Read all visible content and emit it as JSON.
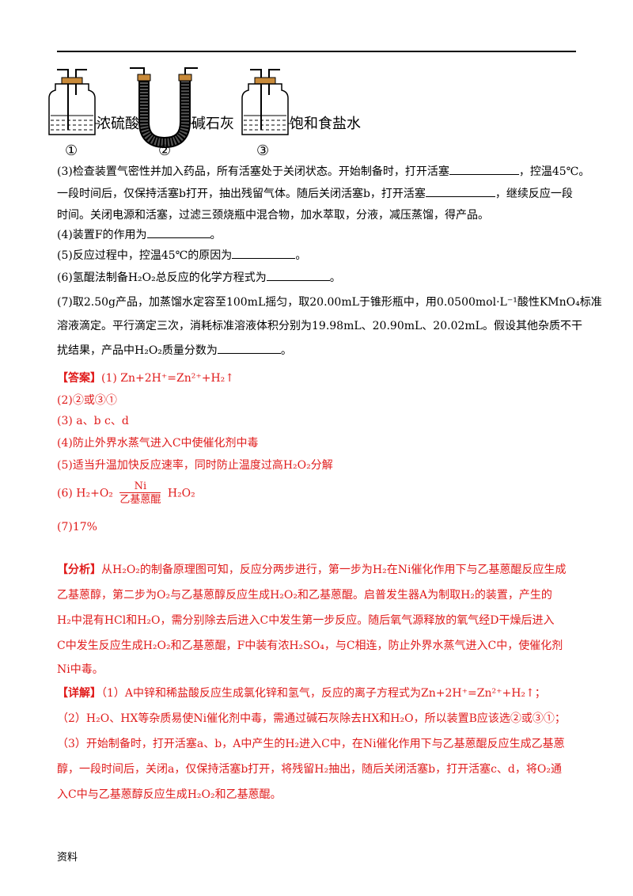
{
  "apparatus": {
    "labels": [
      "浓硫酸",
      "碱石灰",
      "饱和食盐水"
    ],
    "numbers": [
      "①",
      "②",
      "③"
    ]
  },
  "q3": {
    "l1a": "(3)检查装置气密性并加入药品，所有活塞处于关闭状态。开始制备时，打开活塞",
    "l1b": "，控温45℃。",
    "l2a": "一段时间后，仅保持活塞b打开，抽出残留气体。随后关闭活塞b，打开活塞",
    "l2b": "，继续反应一段",
    "l3": "时间。关闭电源和活塞，过滤三颈烧瓶中混合物，加水萃取，分液，减压蒸馏，得产品。"
  },
  "q4": {
    "a": "(4)装置F的作用为",
    "b": "。"
  },
  "q5": {
    "a": "(5)反应过程中，控温45℃的原因为",
    "b": "。"
  },
  "q6": {
    "a": "(6)氢醌法制备H₂O₂总反应的化学方程式为",
    "b": "。"
  },
  "q7": {
    "l1": "(7)取2.50g产品，加蒸馏水定容至100mL摇匀，取20.00mL于锥形瓶中，用0.0500mol·L⁻¹酸性KMnO₄标准",
    "l2": "溶液滴定。平行滴定三次，消耗标准溶液体积分别为19.98mL、20.90mL、20.02mL。假设其他杂质不干",
    "l3a": "扰结果，产品中H₂O₂质量分数为",
    "l3b": "。"
  },
  "answer": {
    "tag": "【答案】",
    "a1": "(1) Zn+2H⁺=Zn²⁺+H₂↑",
    "a2": "(2)②或③①",
    "a3": "(3)      a、b          c、d",
    "a4": "(4)防止外界水蒸气进入C中使催化剂中毒",
    "a5": "(5)适当升温加快反应速率，同时防止温度过高H₂O₂分解",
    "a6_left": "(6) H₂+O₂",
    "a6_top": "Ni",
    "a6_bottom": "乙基蒽醌",
    "a6_right": "H₂O₂",
    "a7": "(7)17%"
  },
  "analysis": {
    "tag": "【分析】",
    "l1": "从H₂O₂的制备原理图可知，反应分两步进行，第一步为H₂在Ni催化作用下与乙基蒽醌反应生成",
    "l2": "乙基蒽醇，第二步为O₂与乙基蒽醇反应生成H₂O₂和乙基蒽醌。启普发生器A为制取H₂的装置，产生的",
    "l3": "H₂中混有HCl和H₂O，需分别除去后进入C中发生第一步反应。随后氧气源释放的氧气经D干燥后进入",
    "l4": "C中发生反应生成H₂O₂和乙基蒽醌，F中装有浓H₂SO₄，与C相连，防止外界水蒸气进入C中，使催化剂",
    "l5": "Ni中毒。"
  },
  "detail": {
    "tag": "【详解】",
    "l1": "（1）A中锌和稀盐酸反应生成氯化锌和氢气，反应的离子方程式为Zn+2H⁺=Zn²⁺+H₂↑；",
    "l2": "（2）H₂O、HX等杂质易使Ni催化剂中毒，需通过碱石灰除去HX和H₂O，所以装置B应该选②或③①；",
    "l3": "（3）开始制备时，打开活塞a、b，A中产生的H₂进入C中，在Ni催化作用下与乙基蒽醌反应生成乙基蒽",
    "l4": "醇，一段时间后，关闭a，仅保持活塞b打开，将残留H₂抽出，随后关闭活塞b，打开活塞c、d，将O₂通",
    "l5": "入C中与乙基蒽醇反应生成H₂O₂和乙基蒽醌。"
  },
  "footer": "资料"
}
